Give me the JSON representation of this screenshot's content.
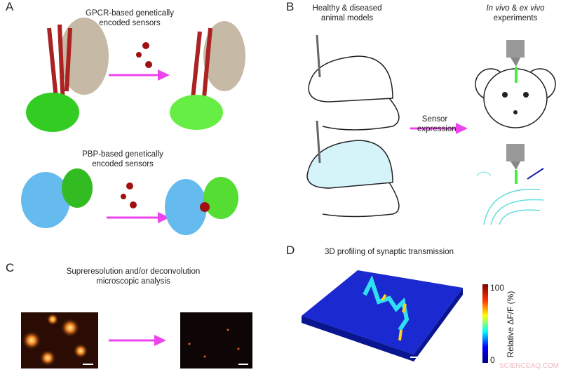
{
  "panels": {
    "a": {
      "label": "A",
      "gpcr_title": "GPCR-based genetically encoded sensors",
      "pbp_title": "PBP-based genetically encoded sensors"
    },
    "b": {
      "label": "B",
      "models_title": "Healthy & diseased animal models",
      "invivo_italic": "In vivo",
      "invivo_amp": " & ",
      "exvivo_italic": "ex vivo",
      "experiments": "experiments",
      "arrow_label": "Sensor expression"
    },
    "c": {
      "label": "C",
      "title": "Supreresolution and/or deconvolution microscopic analysis"
    },
    "d": {
      "label": "D",
      "title": "3D profiling of synaptic transmission",
      "colorbar_label": "Relative ΔF/F (%)",
      "colorbar_max": "100",
      "colorbar_min": "0"
    }
  },
  "watermark": "SCIENCEAQ.COM",
  "colors": {
    "arrow": "#ee44ee",
    "gfp": "#33cc22",
    "pbp": "#44aaee",
    "gpcr_helix": "#aa2222",
    "mouse_healthy": "#ffffff",
    "mouse_diseased": "#d4f4fa"
  }
}
